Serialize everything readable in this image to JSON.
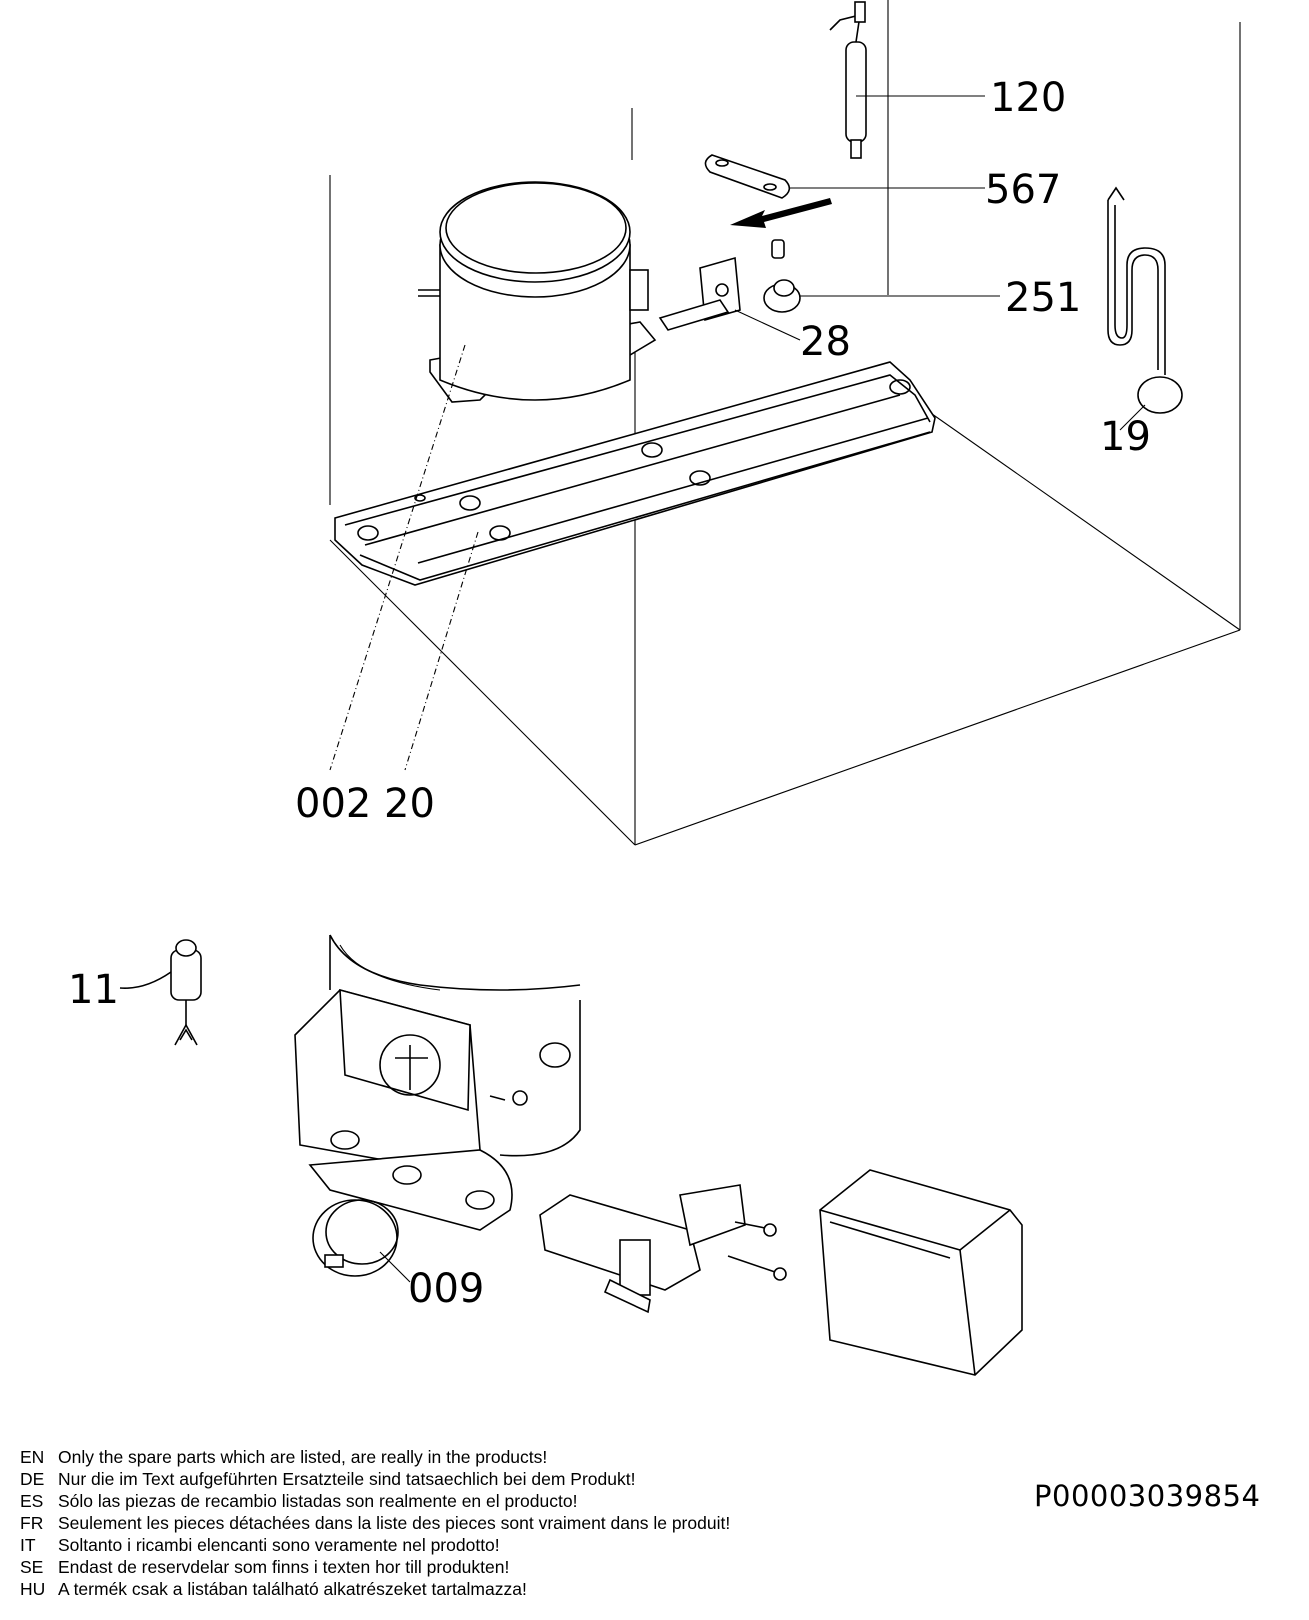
{
  "callouts": {
    "c120": "120",
    "c567": "567",
    "c251": "251",
    "c28": "28",
    "c19": "19",
    "c002": "002",
    "c20": "20",
    "c11": "11",
    "c009": "009"
  },
  "notes": [
    {
      "code": "EN",
      "text": "Only the spare parts which are listed, are really in the products!"
    },
    {
      "code": "DE",
      "text": "Nur die im Text aufgeführten Ersatzteile sind tatsaechlich bei dem Produkt!"
    },
    {
      "code": "ES",
      "text": "Sólo las piezas de recambio  listadas son realmente en el producto!"
    },
    {
      "code": "FR",
      "text": "Seulement les pieces détachées dans la liste des pieces sont vraiment dans le produit!"
    },
    {
      "code": "IT",
      "text": "Soltanto i ricambi elencanti sono veramente nel prodotto!"
    },
    {
      "code": "SE",
      "text": "Endast de reservdelar som finns i texten hor till produkten!"
    },
    {
      "code": "HU",
      "text": "A termék csak a listában található alkatrészeket tartalmazza!"
    }
  ],
  "drawing_code": "P00003039854"
}
